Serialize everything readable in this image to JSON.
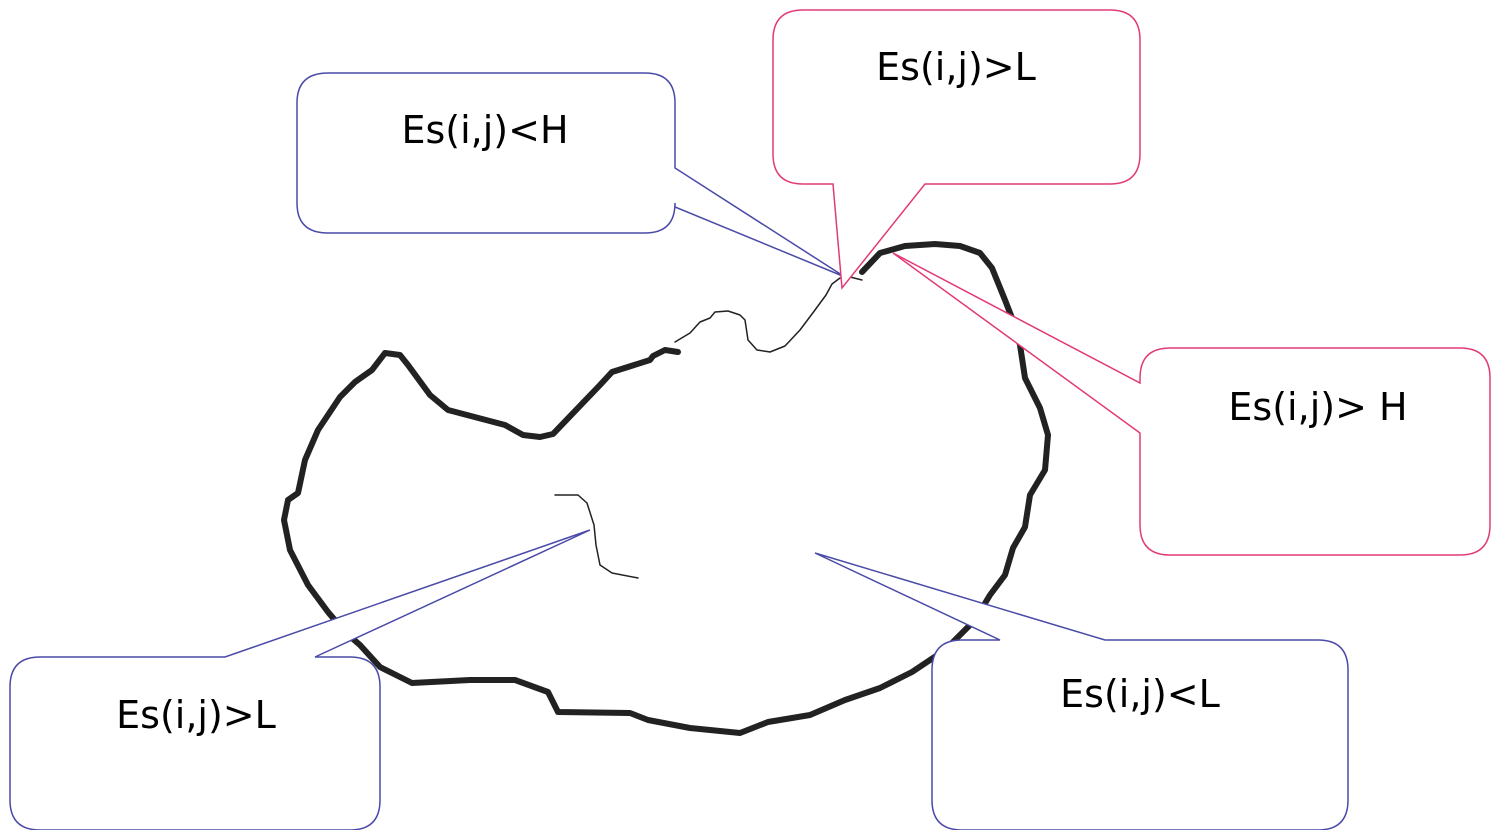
{
  "diagram": {
    "colors": {
      "blue_callout": "#4a4aa8",
      "pink_callout": "#e23a78",
      "contour": "#222222",
      "background": "#ffffff"
    },
    "callouts": {
      "top_left": {
        "label": "Es(i,j)<H",
        "color": "blue"
      },
      "top_center": {
        "label": "Es(i,j)>L",
        "color": "pink"
      },
      "right": {
        "label": "Es(i,j)> H",
        "color": "pink"
      },
      "bottom_left": {
        "label": "Es(i,j)>L",
        "color": "blue"
      },
      "bottom_right": {
        "label": "Es(i,j)<L",
        "color": "blue"
      }
    }
  }
}
